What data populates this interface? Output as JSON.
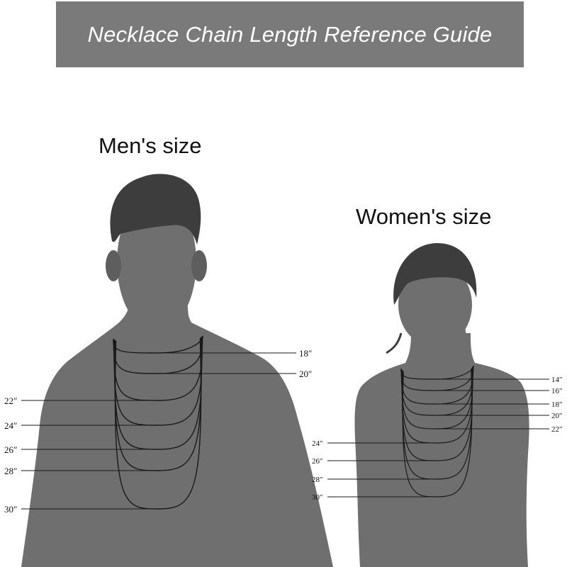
{
  "header": {
    "title": "Necklace Chain Length Reference Guide"
  },
  "men": {
    "title": "Men's size",
    "lengths": [
      "18″",
      "20″",
      "22″",
      "24″",
      "26″",
      "28″",
      "30″"
    ]
  },
  "women": {
    "title": "Women's size",
    "lengths": [
      "14″",
      "16″",
      "18″",
      "20″",
      "22″",
      "24″",
      "26″",
      "28″",
      "30″"
    ]
  },
  "colors": {
    "banner": "#7a7a7a",
    "silhouette": "#6f6f6f",
    "hair": "#3d3d3d",
    "chain": "#1a1a1a"
  }
}
